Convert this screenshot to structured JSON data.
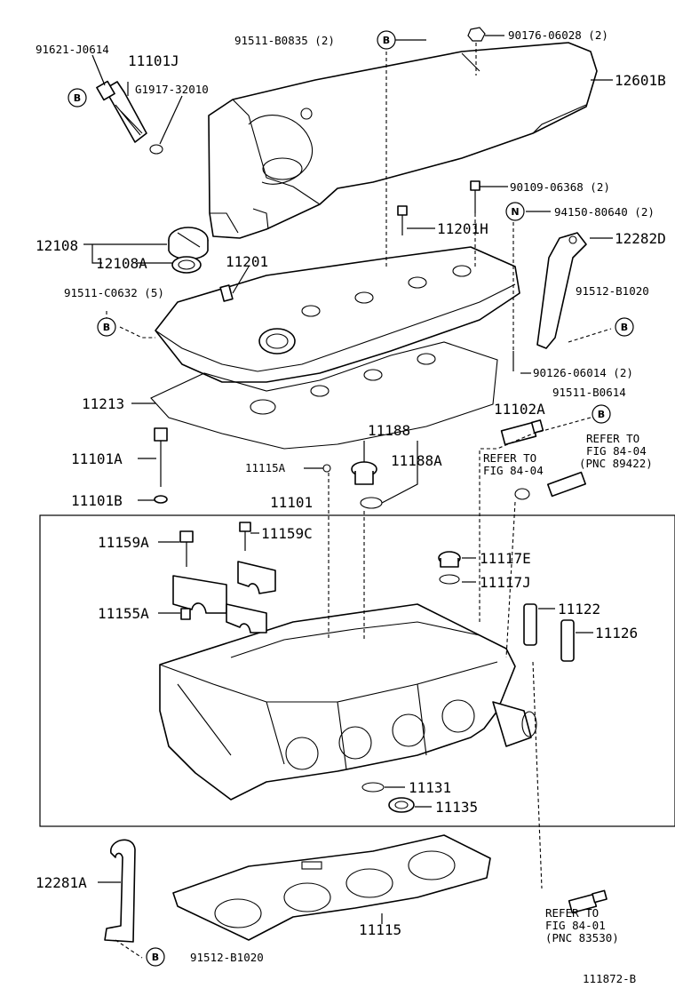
{
  "labels": {
    "p91621_J0614": "91621-J0614",
    "p11101J": "11101J",
    "pG1917_32010": "G1917-32010",
    "p91511_B0835": "91511-B0835 (2)",
    "p90176_06028": "90176-06028 (2)",
    "p12601B": "12601B",
    "p90109_06368": "90109-06368 (2)",
    "p94150_80640": "94150-80640 (2)",
    "p12108": "12108",
    "p12108A": "12108A",
    "p11201H": "11201H",
    "p12282D": "12282D",
    "p11201": "11201",
    "p91511_C0632": "91511-C0632 (5)",
    "p91512_B1020_r": "91512-B1020",
    "p90126_06014": "90126-06014 (2)",
    "p91511_B0614": "91511-B0614",
    "p11213": "11213",
    "p11102A": "11102A",
    "p11188": "11188",
    "p11101A": "11101A",
    "p11115A": "11115A",
    "p11188A": "11188A",
    "p11101B": "11101B",
    "p11101": "11101",
    "p11159A": "11159A",
    "p11159C": "11159C",
    "p11117E": "11117E",
    "p11117J": "11117J",
    "p11155A": "11155A",
    "p11122": "11122",
    "p11126": "11126",
    "p11131": "11131",
    "p11135": "11135",
    "p12281A": "12281A",
    "p11115": "11115",
    "p91512_B1020_b": "91512-B1020",
    "diagram_id": "111872-B"
  },
  "refs": {
    "ref1_line1": "REFER TO",
    "ref1_line2": "FIG 84-04",
    "ref2_line1": "REFER TO",
    "ref2_line2": "FIG 84-04",
    "ref2_line3": "(PNC 89422)",
    "ref3_line1": "REFER TO",
    "ref3_line2": "FIG 84-01",
    "ref3_line3": "(PNC 83530)"
  },
  "callouts": {
    "b": "B",
    "n": "N"
  }
}
